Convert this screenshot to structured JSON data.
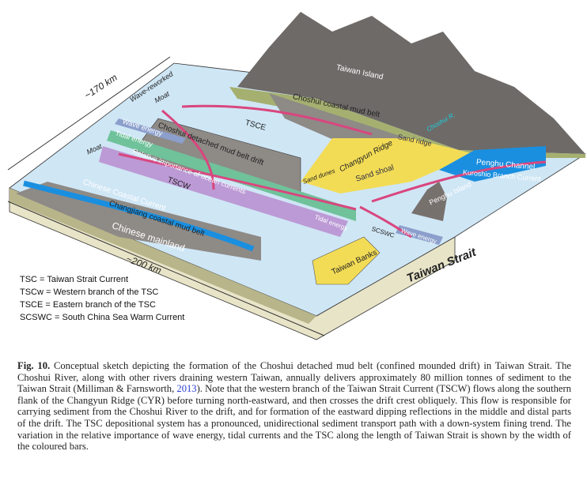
{
  "figure": {
    "labels": {
      "dim_170": "~170 km",
      "dim_200": "~200 km",
      "wave_reworked": "Wave-reworked",
      "moat_top": "Moat",
      "moat_left": "Moat",
      "wave_energy_w": "Wave energy",
      "tidal_energy_w": "Tidal energy",
      "relative_importance": "Relative importance of ocean currents",
      "mud_belt_drift": "Choshui detached mud belt drift",
      "tsc_e": "TSCE",
      "tsc_w": "TSCW",
      "chinese_coastal_current": "Chinese Coastal Current",
      "changjiang": "Changjiang coastal mud belt",
      "chinese_mainland": "Chinese mainland",
      "tidal_energy_e": "Tidal energy",
      "taiwan_island": "Taiwan Island",
      "choshui_coastal": "Choshui coastal mud belt",
      "choshui_river": "Choshui R.",
      "sand_ridge": "Sand ridge",
      "changyun_ridge": "Changyun Ridge",
      "sand_shoal": "Sand shoal",
      "sand_dunes": "Sand dunes",
      "penghu_channel": "Penghu Channel",
      "kuroshio": "Kuroshio Branch Current",
      "penghu_island": "Penghu Island",
      "scswc": "SCSWC",
      "wave_energy_e": "Wave energy",
      "taiwan_banks": "Taiwan Banks",
      "taiwan_strait": "Taiwan Strait"
    },
    "legend": [
      "TSC = Taiwan Strait Current",
      "TSCw = Western branch of the TSC",
      "TSCE = Eastern branch of the TSC",
      "SCSWC = South China Sea Warm Current"
    ],
    "colors": {
      "sea": "#cfe6f5",
      "mud": "#8e8a86",
      "sand": "#f3dc55",
      "current": "#d9467e",
      "coastal_current": "#1a8fe0",
      "wave": "#8c9fcc",
      "tidal": "#6fc29a",
      "ocean": "#b88ccf",
      "mountain": "#6e6a68"
    }
  },
  "caption": {
    "fig_label": "Fig. 10.",
    "text1": " Conceptual sketch depicting the formation of the Choshui detached mud belt (confined mounded drift) in Taiwan Strait. The Choshui River, along with other rivers draining western Taiwan, annually delivers approximately 80 million tonnes of sediment to the Taiwan Strait (Milliman & Farnsworth, ",
    "ref_year": "2013",
    "text2": "). Note that the western branch of the Taiwan Strait Current (TSCW) flows along the southern flank of the Changyun Ridge (CYR) before turning north-eastward, and then crosses the drift crest obliquely. This flow is responsible for carrying sediment from the Choshui River to the drift, and for formation of the eastward dipping reflections in the middle and distal parts of the drift. The TSC depositional system has a pronounced, unidirectional sediment transport path with a down-system fining trend. The variation in the relative importance of wave energy, tidal currents and the TSC along the length of Taiwan Strait is shown by the width of the coloured bars."
  }
}
